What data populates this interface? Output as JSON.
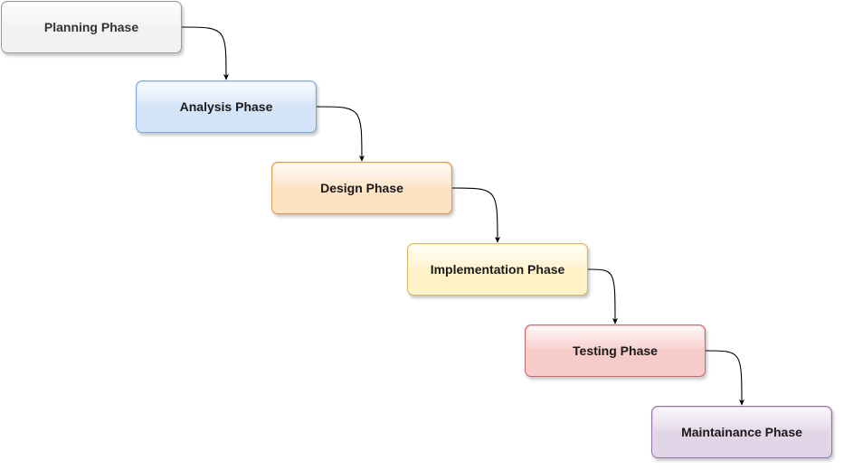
{
  "diagram": {
    "phases": [
      {
        "id": "planning",
        "label": "Planning Phase",
        "fill": "#f2f2f2",
        "stroke": "#9a9a9a",
        "text_color": "#333333"
      },
      {
        "id": "analysis",
        "label": "Analysis Phase",
        "fill": "#d4e4f9",
        "stroke": "#7ea6e0",
        "text_color": "#1a1a1a"
      },
      {
        "id": "design",
        "label": "Design Phase",
        "fill": "#fde2c4",
        "stroke": "#d79b4b",
        "text_color": "#1a1a1a"
      },
      {
        "id": "implementation",
        "label": "Implementation Phase",
        "fill": "#fff2c9",
        "stroke": "#d6b656",
        "text_color": "#1a1a1a"
      },
      {
        "id": "testing",
        "label": "Testing Phase",
        "fill": "#f6cbc9",
        "stroke": "#c96b67",
        "text_color": "#1a1a1a"
      },
      {
        "id": "maintainance",
        "label": "Maintainance Phase",
        "fill": "#e1d5e7",
        "stroke": "#9673a6",
        "text_color": "#1a1a1a"
      }
    ],
    "connections": [
      {
        "from": "planning",
        "to": "analysis"
      },
      {
        "from": "analysis",
        "to": "design"
      },
      {
        "from": "design",
        "to": "implementation"
      },
      {
        "from": "implementation",
        "to": "testing"
      },
      {
        "from": "testing",
        "to": "maintainance"
      }
    ],
    "connector_color": "#000000"
  }
}
